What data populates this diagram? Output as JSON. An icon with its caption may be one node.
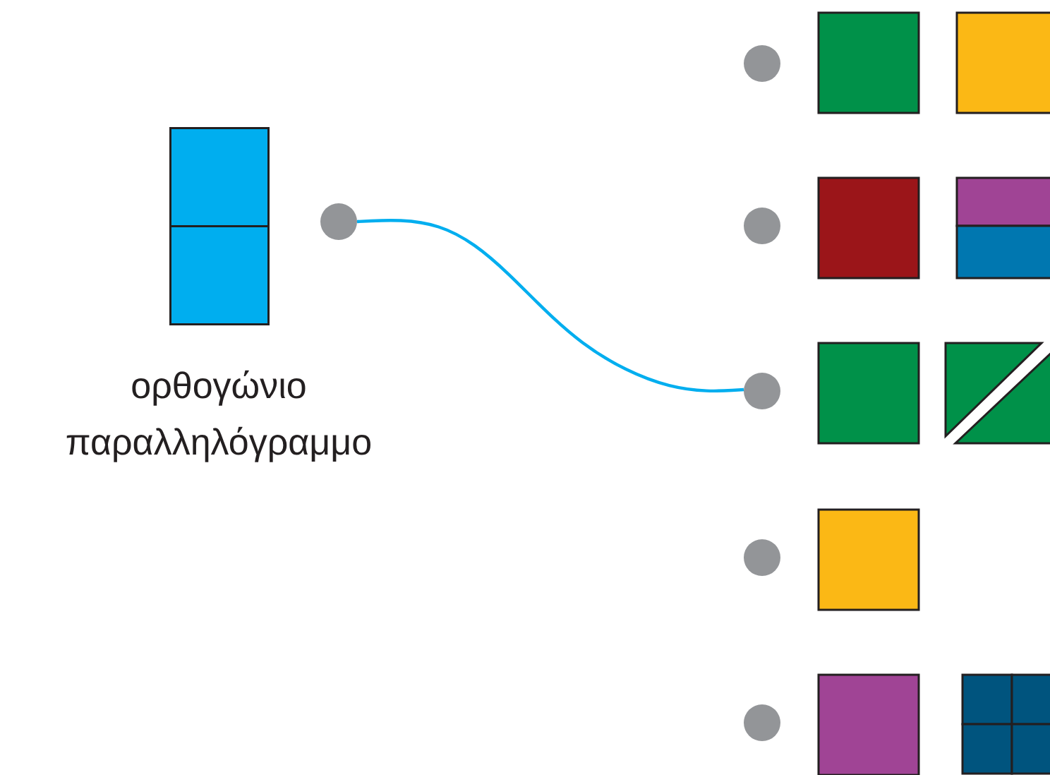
{
  "diagram": {
    "nodes": [
      {
        "text": [
          "ορθογώνιο παραλληλόγραμμο"
        ]
      },
      {
        "text": [],
        "shape": "circle"
      },
      {
        "text": [],
        "shape": "circle"
      },
      {
        "text": [],
        "shape": "circle"
      },
      {
        "text": [],
        "shape": "circle"
      },
      {
        "text": [],
        "shape": "circle"
      },
      {
        "text": [],
        "shape": "circle"
      }
    ],
    "edges": [
      {
        "from": 1,
        "to": 4,
        "arrow": "none",
        "color": "#00aeef"
      }
    ]
  }
}
